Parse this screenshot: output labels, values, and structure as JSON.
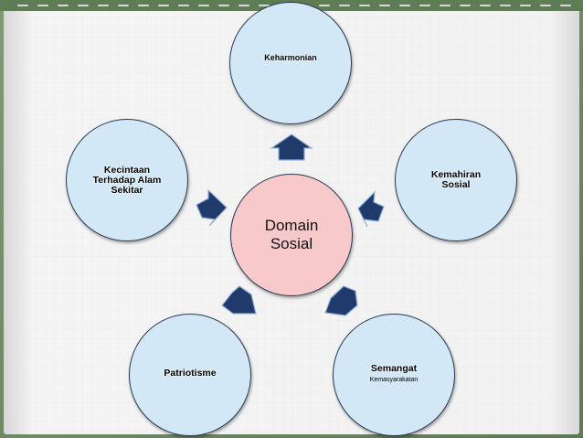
{
  "diagram": {
    "center": {
      "line1": "Domain",
      "line2": "Sosial"
    },
    "nodes": {
      "top": {
        "label": "Keharmonian"
      },
      "left": {
        "line1": "Kecintaan",
        "line2": "Terhadap Alam",
        "line3": "Sekitar"
      },
      "right": {
        "line1": "Kemahiran",
        "line2": "Sosial"
      },
      "bottom_left": {
        "label": "Patriotisme"
      },
      "bottom_right": {
        "label": "Semangat",
        "sub": "Kemasyarakatan"
      }
    }
  },
  "colors": {
    "outer_fill": "#d3e8f7",
    "center_fill": "#f7c9cb",
    "arrow_fill": "#1f3a6b",
    "outline": "#2b3a55"
  }
}
